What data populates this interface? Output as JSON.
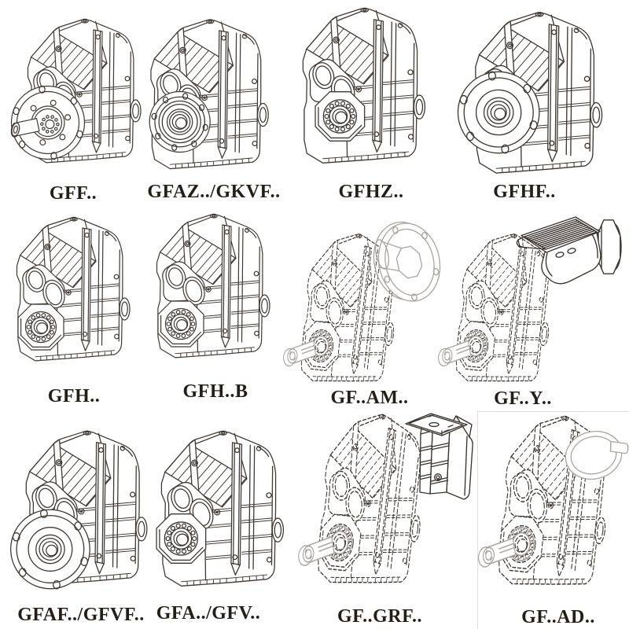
{
  "page": {
    "background": "#ffffff",
    "description": "catalog sheet of twelve gear reducer model drawings"
  },
  "colors": {
    "ink": "#3f3833",
    "label": "#241e19",
    "faded": "#c2bebb",
    "accessory_gray": "#a9a5a1",
    "accessory_dark": "#3a332e",
    "frame": "#dfdedc"
  },
  "cells": [
    {
      "label": "GFF..",
      "drawing": "solid",
      "mount": "output-flange-with-solid-shaft"
    },
    {
      "label": "GFAZ../GKVF..",
      "drawing": "solid",
      "mount": "output-flange-hollow-shaft"
    },
    {
      "label": "GFHZ..",
      "drawing": "solid",
      "mount": "hollow-shaft"
    },
    {
      "label": "GFHF..",
      "drawing": "solid",
      "mount": "output-flange-hollow-shaft"
    },
    {
      "label": "GFH..",
      "drawing": "solid",
      "mount": "hollow-shaft"
    },
    {
      "label": "GFH..B",
      "drawing": "solid",
      "mount": "hollow-shaft"
    },
    {
      "label": "GF..AM..",
      "drawing": "phantom",
      "accessory": "input-flange-adapter"
    },
    {
      "label": "GF..Y..",
      "drawing": "phantom",
      "accessory": "motor"
    },
    {
      "label": "GFAF../GFVF..",
      "drawing": "solid",
      "mount": "output-flange-hollow-shaft"
    },
    {
      "label": "GFA../GFV..",
      "drawing": "solid",
      "mount": "hollow-shaft"
    },
    {
      "label": "GF..GRF..",
      "drawing": "phantom",
      "accessory": "primary-gear-unit"
    },
    {
      "label": "GF..AD..",
      "drawing": "phantom",
      "accessory": "input-shaft-adapter"
    }
  ]
}
